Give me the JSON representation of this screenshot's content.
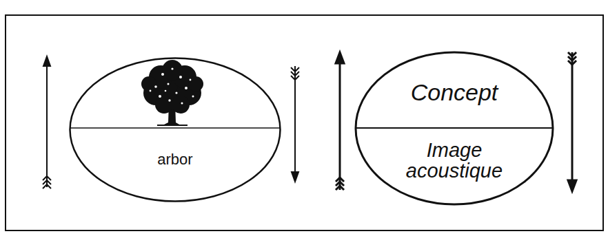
{
  "diagram": {
    "nodes": [
      {
        "text": [
          "arbor"
        ]
      },
      {
        "text": [
          "Concept",
          "Image acoustique"
        ]
      }
    ]
  }
}
